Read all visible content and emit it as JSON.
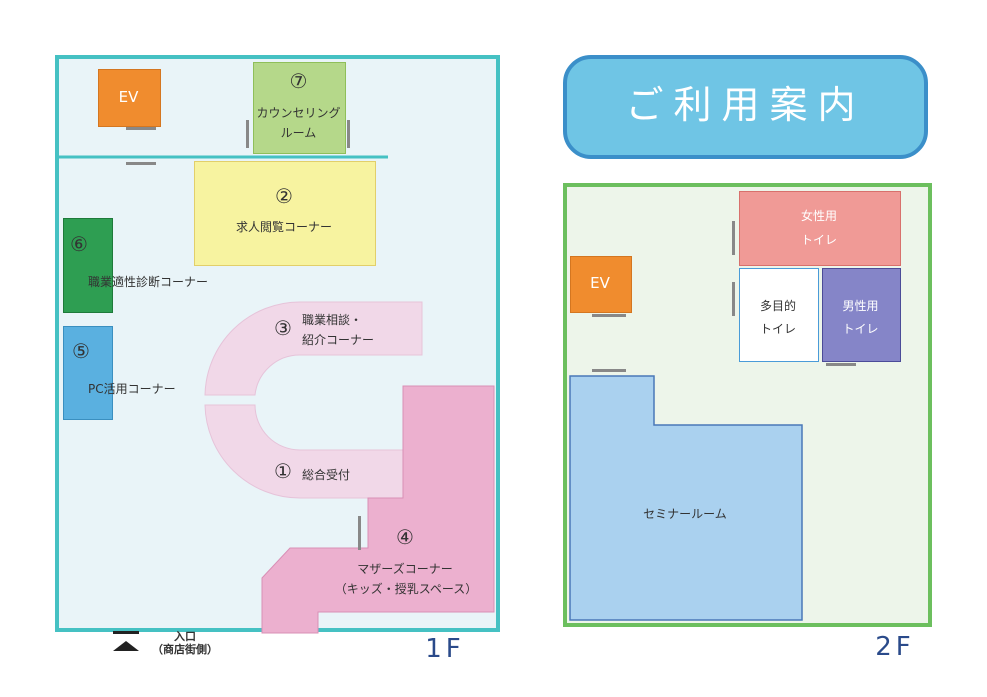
{
  "title": "ご利用案内",
  "floor1": {
    "label": "1F",
    "ev": "EV",
    "room7": {
      "num": "⑦",
      "line1": "カウンセリング",
      "line2": "ルーム"
    },
    "room2": {
      "num": "②",
      "name": "求人閲覧コーナー"
    },
    "room6": {
      "num": "⑥",
      "name": "職業適性診断コーナー"
    },
    "room5": {
      "num": "⑤",
      "name": "PC活用コーナー"
    },
    "room3": {
      "num": "③",
      "line1": "職業相談・",
      "line2": "紹介コーナー"
    },
    "room1": {
      "num": "①",
      "name": "総合受付"
    },
    "room4": {
      "num": "④",
      "line1": "マザーズコーナー",
      "line2": "（キッズ・授乳スペース）"
    },
    "entrance": {
      "line1": "入口",
      "line2": "（商店街側）"
    }
  },
  "floor2": {
    "label": "2F",
    "ev": "EV",
    "female_toilet": {
      "line1": "女性用",
      "line2": "トイレ"
    },
    "multi_toilet": {
      "line1": "多目的",
      "line2": "トイレ"
    },
    "male_toilet": {
      "line1": "男性用",
      "line2": "トイレ"
    },
    "seminar": "セミナールーム"
  }
}
